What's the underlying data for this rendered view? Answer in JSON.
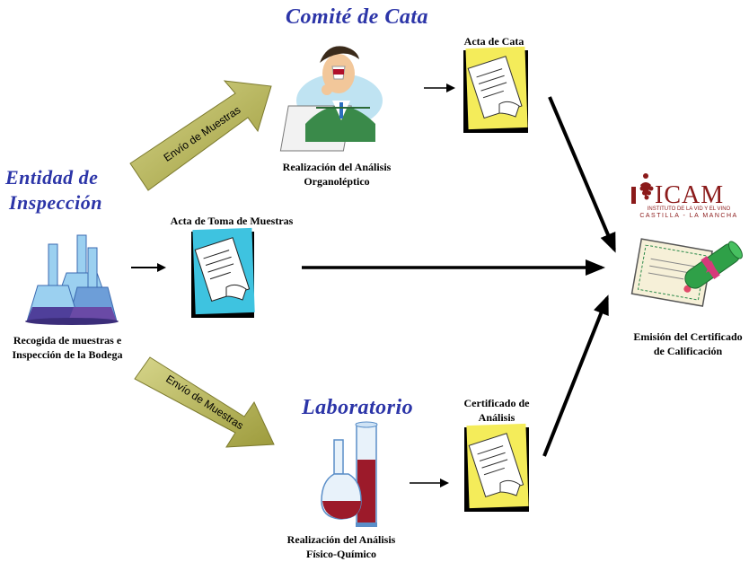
{
  "entity": {
    "title_line1": "Entidad de",
    "title_line2": "Inspección",
    "caption_line1": "Recogida de muestras e",
    "caption_line2": "Inspección de la Bodega"
  },
  "tasting": {
    "title": "Comité de Cata",
    "caption_line1": "Realización del Análisis",
    "caption_line2": "Organoléptico",
    "doc_label": "Acta de Cata"
  },
  "sampling_doc": {
    "label": "Acta de Toma de Muestras"
  },
  "lab": {
    "title": "Laboratorio",
    "caption_line1": "Realización del Análisis",
    "caption_line2": "Físico-Químico",
    "doc_label_line1": "Certificado de",
    "doc_label_line2": "Análisis"
  },
  "arrows": {
    "upper": "Envío de Muestras",
    "lower": "Envío de Muestras"
  },
  "icam": {
    "logo_text": "ICAM",
    "logo_prefix": "I",
    "sub1": "INSTITUTO DE LA VID Y EL VINO",
    "sub2": "CASTILLA - LA MANCHA"
  },
  "certificate": {
    "caption_line1": "Emisión del Certificado",
    "caption_line2": "de Calificación"
  },
  "colors": {
    "title_blue": "#2c35a8",
    "arrow_fill": "#b9b85a",
    "doc_yellow": "#f4ec5a",
    "doc_cyan": "#3ec3e0",
    "icam_red": "#8b1a1a"
  }
}
